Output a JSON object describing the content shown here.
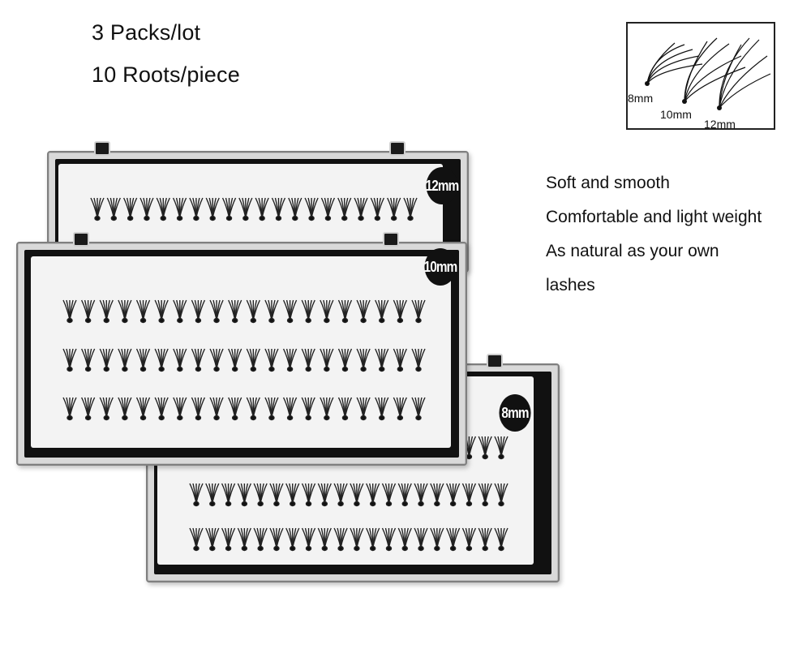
{
  "header": {
    "line1": "3 Packs/lot",
    "line2": "10 Roots/piece"
  },
  "inset": {
    "labels": [
      "8mm",
      "10mm",
      "12mm"
    ]
  },
  "features": [
    "Soft and smooth",
    "Comfortable and light weight",
    "As natural as your own",
    "lashes"
  ],
  "packs": [
    {
      "label": "12mm"
    },
    {
      "label": "10mm"
    },
    {
      "label": "8mm"
    }
  ]
}
